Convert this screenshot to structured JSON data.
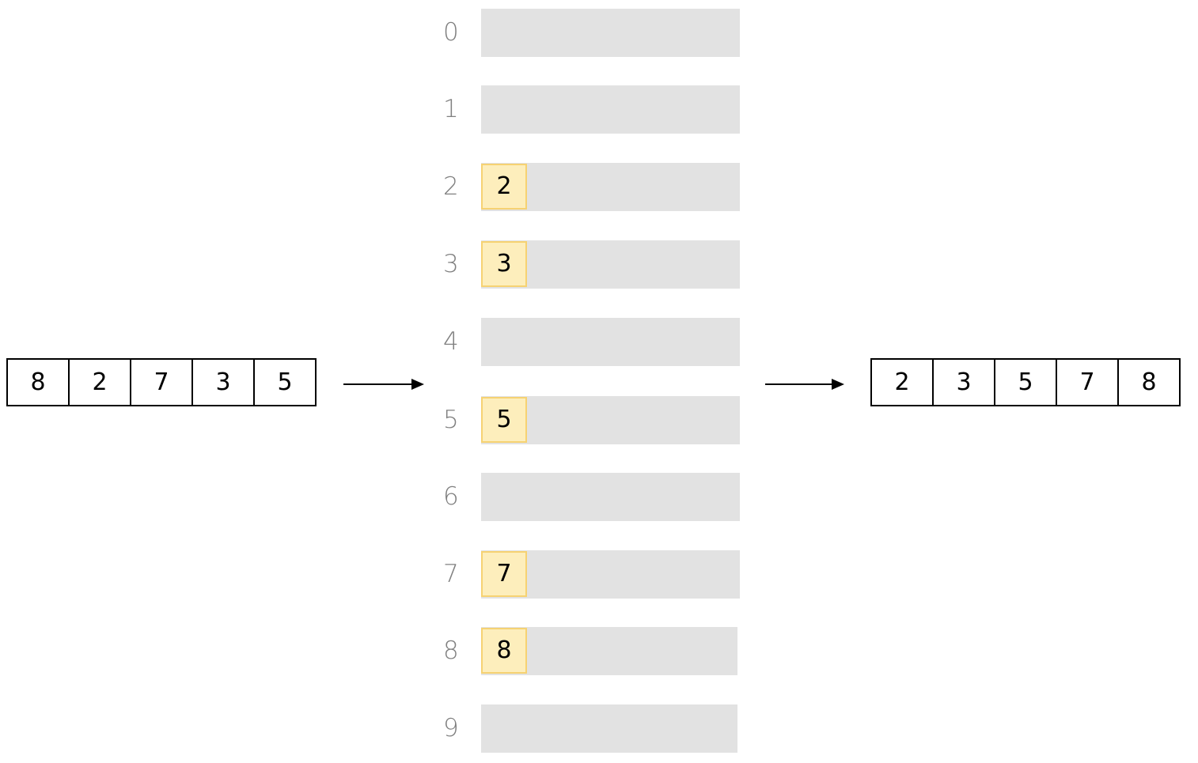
{
  "diagram": {
    "title": "Bucket sort / counting placement diagram",
    "colors": {
      "bucket_bar": "#e2e2e2",
      "bucket_value_fill": "#fdeebc",
      "bucket_value_border": "#f6d272",
      "index_label": "#808080",
      "array_border": "#000000",
      "arrow": "#000000",
      "background": "#ffffff"
    }
  },
  "input_array": {
    "name": "unsorted-input-array",
    "values": [
      "8",
      "2",
      "7",
      "3",
      "5"
    ]
  },
  "arrows": [
    {
      "name": "arrow-input-to-buckets",
      "direction": "right"
    },
    {
      "name": "arrow-buckets-to-output",
      "direction": "right"
    }
  ],
  "buckets": {
    "name": "bucket-slots",
    "rows": [
      {
        "index": "0",
        "value": "",
        "filled": false
      },
      {
        "index": "1",
        "value": "",
        "filled": false
      },
      {
        "index": "2",
        "value": "2",
        "filled": true
      },
      {
        "index": "3",
        "value": "3",
        "filled": true
      },
      {
        "index": "4",
        "value": "",
        "filled": false
      },
      {
        "index": "5",
        "value": "5",
        "filled": true
      },
      {
        "index": "6",
        "value": "",
        "filled": false
      },
      {
        "index": "7",
        "value": "7",
        "filled": true
      },
      {
        "index": "8",
        "value": "8",
        "filled": true
      },
      {
        "index": "9",
        "value": "",
        "filled": false
      }
    ]
  },
  "output_array": {
    "name": "sorted-output-array",
    "values": [
      "2",
      "3",
      "5",
      "7",
      "8"
    ]
  }
}
